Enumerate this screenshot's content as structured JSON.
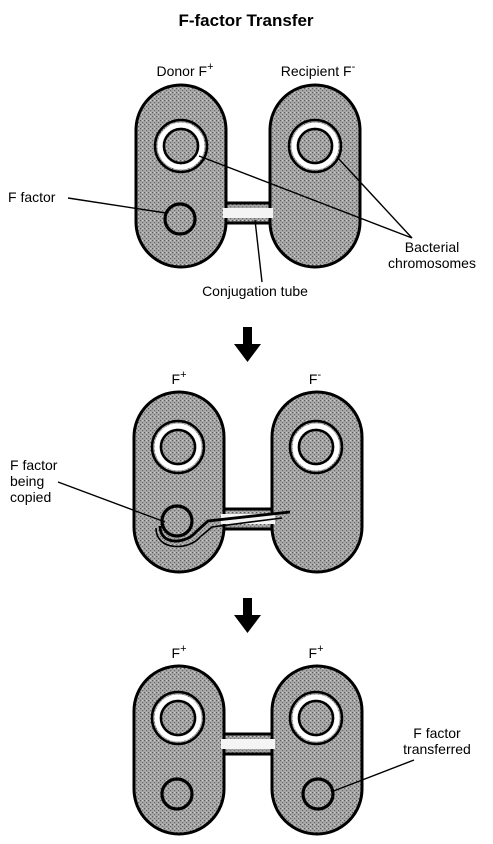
{
  "title": "F-factor Transfer",
  "stage1": {
    "donor_label": "Donor F",
    "donor_sup": "+",
    "recipient_label": "Recipient F",
    "recipient_sup": "-",
    "f_factor_label": "F factor",
    "chromosomes_label_line1": "Bacterial",
    "chromosomes_label_line2": "chromosomes",
    "tube_label": "Conjugation tube"
  },
  "stage2": {
    "donor_label": "F",
    "donor_sup": "+",
    "recipient_label": "F",
    "recipient_sup": "-",
    "copy_label_line1": "F factor",
    "copy_label_line2": "being",
    "copy_label_line3": "copied"
  },
  "stage3": {
    "donor_label": "F",
    "donor_sup": "+",
    "recipient_label": "F",
    "recipient_sup": "+",
    "transfer_label_line1": "F factor",
    "transfer_label_line2": "transferred"
  },
  "colors": {
    "cell_fill": "#9a9a9a",
    "outline": "#000000",
    "background": "#ffffff"
  }
}
